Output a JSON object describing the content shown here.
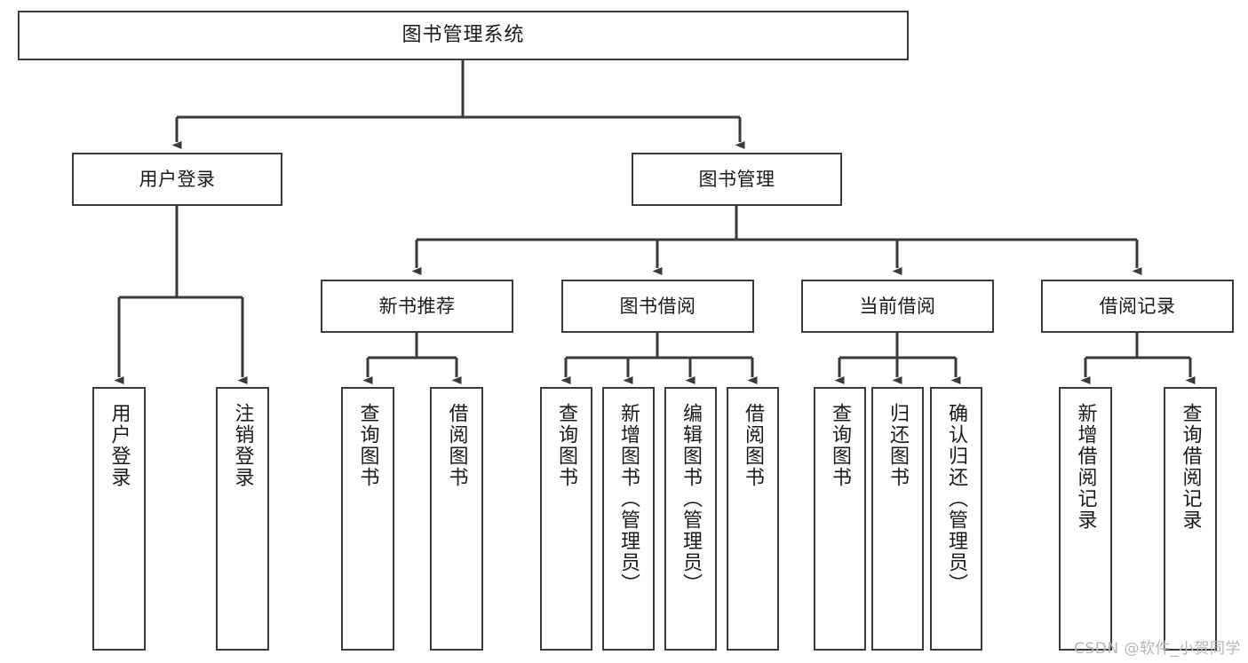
{
  "diagram": {
    "type": "hierarchy-tree",
    "title": "图书管理系统",
    "watermark": "CSDN @软件_小贺同学",
    "colors": {
      "stroke": "#3a3a3a",
      "fill": "#ffffff",
      "text": "#1a1a1a",
      "watermark": "#b6b6b6"
    },
    "levels": {
      "level1": [
        "图书管理系统"
      ],
      "level2": [
        "用户登录",
        "图书管理"
      ],
      "level3": [
        "新书推荐",
        "图书借阅",
        "当前借阅",
        "借阅记录"
      ],
      "level4": [
        "用户登录",
        "注销登录",
        "查询图书",
        "借阅图书",
        "查询图书",
        "新增图书（管理员）",
        "编辑图书（管理员）",
        "借阅图书",
        "查询图书",
        "归还图书",
        "确认归还（管理员）",
        "新增借阅记录",
        "查询借阅记录"
      ]
    },
    "nodes": {
      "root": {
        "label": "图书管理系统"
      },
      "user_login": {
        "label": "用户登录"
      },
      "book_manage": {
        "label": "图书管理"
      },
      "new_book_rec": {
        "label": "新书推荐"
      },
      "book_borrow": {
        "label": "图书借阅"
      },
      "current_borrow": {
        "label": "当前借阅"
      },
      "borrow_record": {
        "label": "借阅记录"
      },
      "leaf_user_login": {
        "label": "用户登录"
      },
      "leaf_logout": {
        "label": "注销登录"
      },
      "leaf_query_book_1": {
        "label": "查询图书"
      },
      "leaf_borrow_book_1": {
        "label": "借阅图书"
      },
      "leaf_query_book_2": {
        "label": "查询图书"
      },
      "leaf_add_book": {
        "label": "新增图书（管理员）"
      },
      "leaf_edit_book": {
        "label": "编辑图书（管理员）"
      },
      "leaf_borrow_book_2": {
        "label": "借阅图书"
      },
      "leaf_query_book_3": {
        "label": "查询图书"
      },
      "leaf_return_book": {
        "label": "归还图书"
      },
      "leaf_confirm_return": {
        "label": "确认归还（管理员）"
      },
      "leaf_add_record": {
        "label": "新增借阅记录"
      },
      "leaf_query_record": {
        "label": "查询借阅记录"
      }
    },
    "edges": [
      {
        "from": "root",
        "to": "user_login"
      },
      {
        "from": "root",
        "to": "book_manage"
      },
      {
        "from": "user_login",
        "to": "leaf_user_login"
      },
      {
        "from": "user_login",
        "to": "leaf_logout"
      },
      {
        "from": "book_manage",
        "to": "new_book_rec"
      },
      {
        "from": "book_manage",
        "to": "book_borrow"
      },
      {
        "from": "book_manage",
        "to": "current_borrow"
      },
      {
        "from": "book_manage",
        "to": "borrow_record"
      },
      {
        "from": "new_book_rec",
        "to": "leaf_query_book_1"
      },
      {
        "from": "new_book_rec",
        "to": "leaf_borrow_book_1"
      },
      {
        "from": "book_borrow",
        "to": "leaf_query_book_2"
      },
      {
        "from": "book_borrow",
        "to": "leaf_add_book"
      },
      {
        "from": "book_borrow",
        "to": "leaf_edit_book"
      },
      {
        "from": "book_borrow",
        "to": "leaf_borrow_book_2"
      },
      {
        "from": "current_borrow",
        "to": "leaf_query_book_3"
      },
      {
        "from": "current_borrow",
        "to": "leaf_return_book"
      },
      {
        "from": "current_borrow",
        "to": "leaf_confirm_return"
      },
      {
        "from": "borrow_record",
        "to": "leaf_add_record"
      },
      {
        "from": "borrow_record",
        "to": "leaf_query_record"
      }
    ]
  }
}
